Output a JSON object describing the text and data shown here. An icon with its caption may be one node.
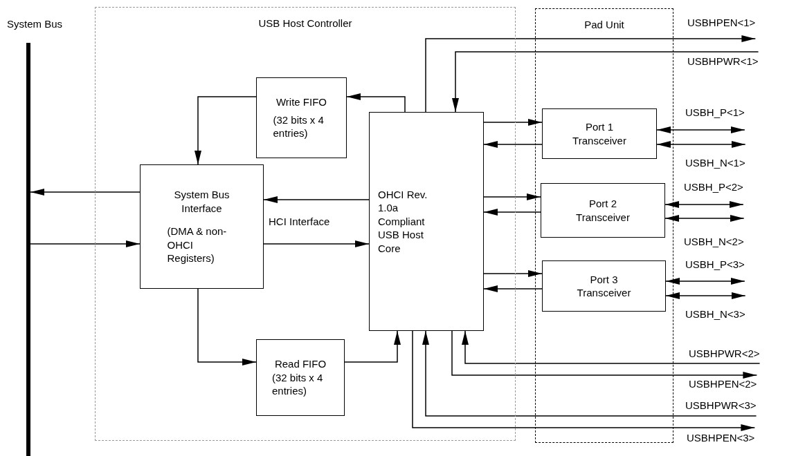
{
  "diagram": {
    "nodes": [
      {
        "text": [
          "System Bus"
        ]
      },
      {
        "text": [
          "USB Host Controller"
        ]
      },
      {
        "text": [
          "Pad Unit"
        ]
      },
      {
        "text": [
          "Write FIFO",
          "(32 bits x 4 entries)"
        ],
        "in": 1
      },
      {
        "text": [
          "System Bus Interface",
          "(DMA & non-OHCI Registers)"
        ],
        "in": 1
      },
      {
        "text": [
          "OHCI Rev. 1.0a Compliant USB Host Core"
        ],
        "in": 1
      },
      {
        "text": [
          "Read FIFO",
          "(32 bits x 4 entries)"
        ],
        "in": 1
      },
      {
        "text": [
          "Port 1 Transceiver"
        ],
        "in": 2
      },
      {
        "text": [
          "Port 2 Transceiver"
        ],
        "in": 2
      },
      {
        "text": [
          "Port 3 Transceiver"
        ],
        "in": 2
      },
      {
        "text": [
          "USBHPEN<1>"
        ]
      },
      {
        "text": [
          "USBHPWR<1>"
        ]
      },
      {
        "text": [
          "USBH_P<1>"
        ]
      },
      {
        "text": [
          "USBH_N<1>"
        ]
      },
      {
        "text": [
          "USBH_P<2>"
        ]
      },
      {
        "text": [
          "USBH_N<2>"
        ]
      },
      {
        "text": [
          "USBH_P<3>"
        ]
      },
      {
        "text": [
          "USBH_N<3>"
        ]
      },
      {
        "text": [
          "USBHPWR<2>"
        ]
      },
      {
        "text": [
          "USBHPEN<2>"
        ]
      },
      {
        "text": [
          "USBHPWR<3>"
        ]
      },
      {
        "text": [
          "USBHPEN<3>"
        ]
      }
    ],
    "edges": [
      {
        "from": 5,
        "to": 3,
        "arrow": "to"
      },
      {
        "from": 3,
        "to": 4,
        "arrow": "to"
      },
      {
        "from": 4,
        "to": 0,
        "arrow": "to"
      },
      {
        "from": 0,
        "to": 4,
        "arrow": "to"
      },
      {
        "from": 5,
        "to": 4,
        "arrow": "to"
      },
      {
        "from": 4,
        "to": 5,
        "arrow": "to",
        "label": "HCI Interface"
      },
      {
        "from": 4,
        "to": 6,
        "arrow": "to"
      },
      {
        "from": 6,
        "to": 5,
        "arrow": "to"
      },
      {
        "from": 5,
        "to": 7,
        "arrow": "to"
      },
      {
        "from": 7,
        "to": 5,
        "arrow": "to"
      },
      {
        "from": 5,
        "to": 8,
        "arrow": "to"
      },
      {
        "from": 8,
        "to": 5,
        "arrow": "to"
      },
      {
        "from": 5,
        "to": 9,
        "arrow": "to"
      },
      {
        "from": 9,
        "to": 5,
        "arrow": "to"
      },
      {
        "from": 7,
        "to": 12,
        "arrow": "both"
      },
      {
        "from": 7,
        "to": 13,
        "arrow": "both"
      },
      {
        "from": 8,
        "to": 14,
        "arrow": "both"
      },
      {
        "from": 8,
        "to": 15,
        "arrow": "both"
      },
      {
        "from": 9,
        "to": 16,
        "arrow": "both"
      },
      {
        "from": 9,
        "to": 17,
        "arrow": "both"
      },
      {
        "from": 5,
        "to": 10,
        "arrow": "to"
      },
      {
        "from": 11,
        "to": 5,
        "arrow": "to"
      },
      {
        "from": 18,
        "to": 5,
        "arrow": "to"
      },
      {
        "from": 5,
        "to": 19,
        "arrow": "to"
      },
      {
        "from": 20,
        "to": 5,
        "arrow": "to"
      },
      {
        "from": 5,
        "to": 21,
        "arrow": "to"
      }
    ]
  }
}
